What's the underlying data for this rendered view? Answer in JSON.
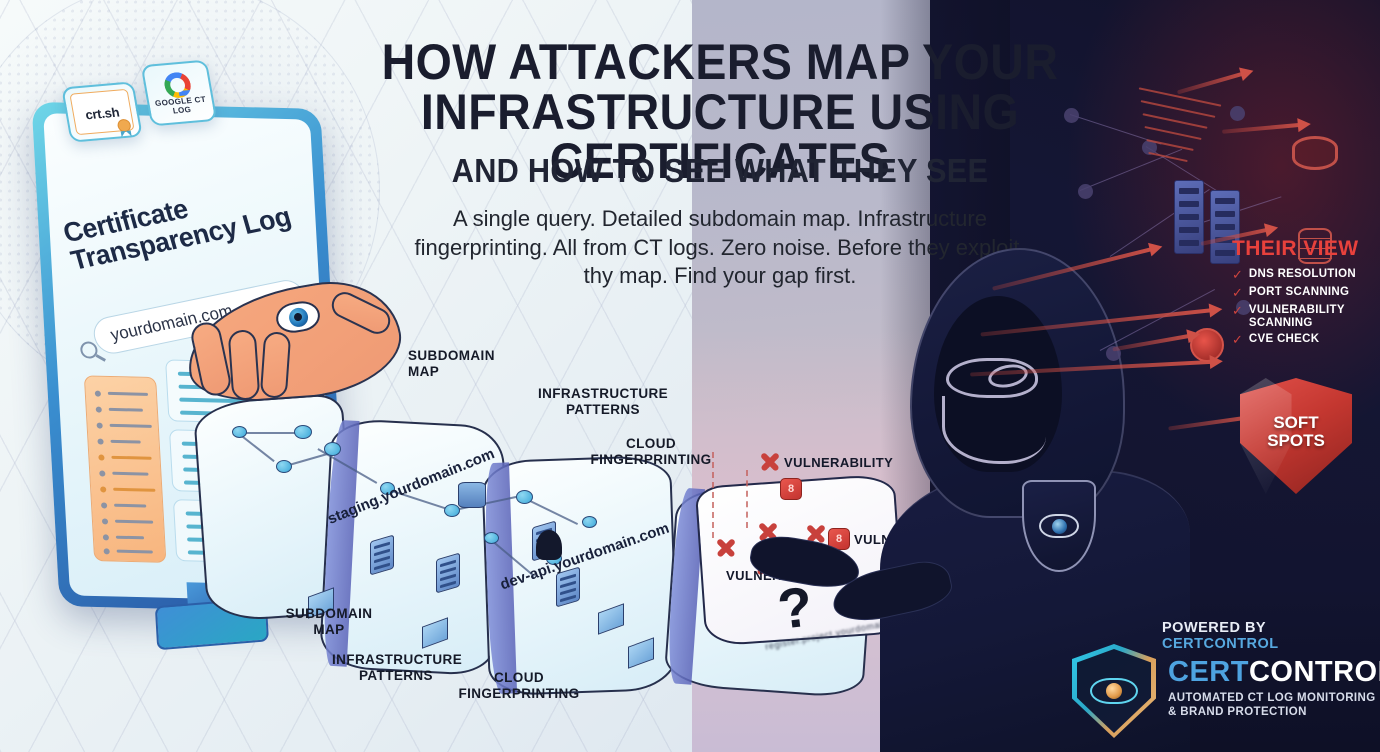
{
  "header": {
    "title_line1": "HOW ATTACKERS MAP YOUR",
    "title_line2": "INFRASTRUCTURE USING CERTIFICATES",
    "subtitle": "AND HOW TO SEE WHAT THEY SEE",
    "lede": "A single query. Detailed subdomain map. Infrastructure fingerprinting. All from CT logs. Zero noise. Before they exploit, thy map. Find your gap first."
  },
  "monitor": {
    "screen_title": "Certificate Transparency Log",
    "search_value": "yourdomain.com",
    "search_icon": "search-icon",
    "badges": [
      {
        "id": "crt-sh",
        "label": "crt.sh",
        "icon": "certificate-seal-icon"
      },
      {
        "id": "google-ct-log",
        "label": "GOOGLE CT LOG",
        "icon": "google-g-icon"
      }
    ]
  },
  "scroll": {
    "domains": [
      "staging.yourdomain.com",
      "dev-api.yourdomain.com"
    ],
    "callouts": [
      {
        "id": "subdomain-map-top",
        "text": "SUBDOMAIN MAP"
      },
      {
        "id": "infrastructure-patterns-top",
        "text": "INFRASTRUCTURE PATTERNS"
      },
      {
        "id": "cloud-fingerprinting-top",
        "text": "CLOUD FINGERPRINTING"
      },
      {
        "id": "subdomain-map-bottom",
        "text": "SUBDOMAIN MAP"
      },
      {
        "id": "infrastructure-patterns-bottom",
        "text": "INFRASTRUCTURE PATTERNS"
      },
      {
        "id": "cloud-fingerprinting-bottom",
        "text": "CLOUD FINGERPRINTING"
      }
    ]
  },
  "vulnerability": {
    "labels": [
      "VULNERABILITY",
      "VULNERABILITY",
      "VULNERABILITY"
    ],
    "unknown_marker": "?",
    "blurred_text": "register.project.yourdomain.com",
    "x_icon": "red-x-icon",
    "bug_icon": "bug-alert-icon"
  },
  "their_view": {
    "title": "THEIR VIEW",
    "items": [
      "DNS RESOLUTION",
      "PORT SCANNING",
      "VULNERABILITY SCANNING",
      "CVE CHECK"
    ],
    "check_icon": "check-icon",
    "accent_color": "#e8413c"
  },
  "soft_spots": {
    "line1": "SOFT",
    "line2": "SPOTS",
    "icon": "shield-icon",
    "color": "#c43730"
  },
  "footer": {
    "powered_prefix": "POWERED BY",
    "powered_brand": "CERTCONTROL",
    "brand_part1": "CERT",
    "brand_part2": "CONTROL",
    "tagline_line1": "AUTOMATED CT LOG MONITORING",
    "tagline_line2": "& BRAND PROTECTION",
    "logo_icon": "shield-eye-icon",
    "brand_color": "#4ea3e0"
  },
  "hacker": {
    "figure_icon": "hooded-figure-icon",
    "mask_icon": "mask-icon",
    "shoulder_badge_icon": "shield-eye-badge-icon"
  }
}
